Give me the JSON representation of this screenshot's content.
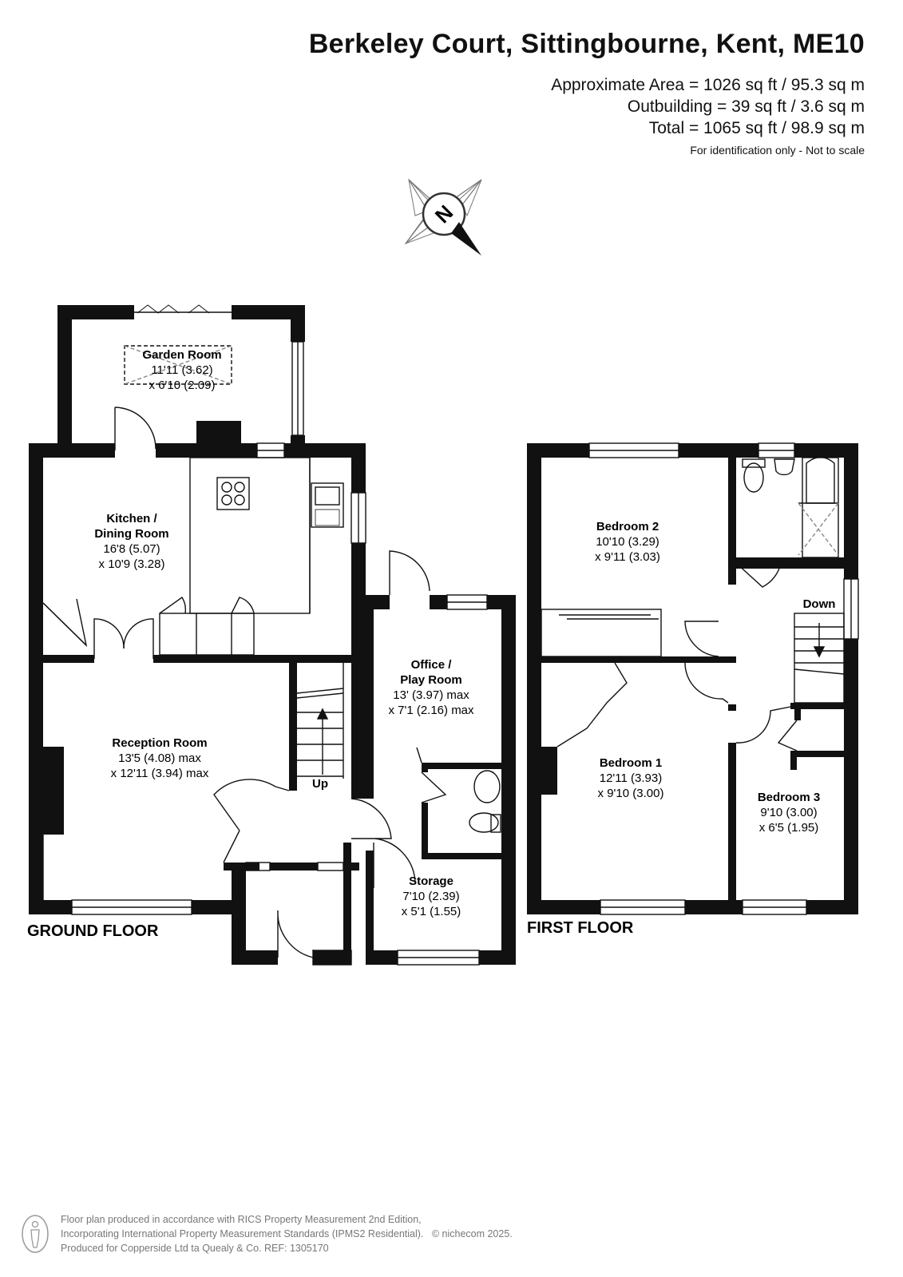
{
  "header": {
    "title": "Berkeley Court, Sittingbourne, Kent, ME10",
    "area_lines": [
      "Approximate Area = 1026 sq ft / 95.3 sq m",
      "Outbuilding = 39 sq ft / 3.6 sq m",
      "Total = 1065 sq ft / 98.9 sq m"
    ],
    "note": "For identification only - Not to scale"
  },
  "compass": {
    "letter": "N",
    "icon": "compass-icon"
  },
  "floors": {
    "ground": {
      "label": "GROUND FLOOR",
      "rooms": {
        "garden_room": {
          "name": "Garden Room",
          "dims": [
            "11'11 (3.62)",
            "x 6'10 (2.09)"
          ]
        },
        "kitchen": {
          "name": [
            "Kitchen /",
            "Dining Room"
          ],
          "dims": [
            "16'8 (5.07)",
            "x 10'9 (3.28)"
          ]
        },
        "reception": {
          "name": "Reception Room",
          "dims": [
            "13'5 (4.08) max",
            "x 12'11 (3.94) max"
          ]
        },
        "office": {
          "name": [
            "Office /",
            "Play Room"
          ],
          "dims": [
            "13' (3.97) max",
            "x 7'1 (2.16) max"
          ]
        },
        "storage": {
          "name": "Storage",
          "dims": [
            "7'10 (2.39)",
            "x 5'1 (1.55)"
          ]
        }
      },
      "stairs_label": "Up"
    },
    "first": {
      "label": "FIRST FLOOR",
      "rooms": {
        "bedroom2": {
          "name": "Bedroom 2",
          "dims": [
            "10'10 (3.29)",
            "x 9'11 (3.03)"
          ]
        },
        "bedroom1": {
          "name": "Bedroom 1",
          "dims": [
            "12'11 (3.93)",
            "x 9'10 (3.00)"
          ]
        },
        "bedroom3": {
          "name": "Bedroom 3",
          "dims": [
            "9'10 (3.00)",
            "x 6'5 (1.95)"
          ]
        }
      },
      "stairs_label": "Down"
    }
  },
  "footer": {
    "lines": [
      "Floor plan produced in accordance with RICS Property Measurement 2nd Edition,",
      "Incorporating International Property Measurement Standards (IPMS2 Residential).",
      "Produced for Copperside Ltd ta Quealy & Co.   REF: 1305170"
    ],
    "copyright": "© nichecom 2025."
  }
}
